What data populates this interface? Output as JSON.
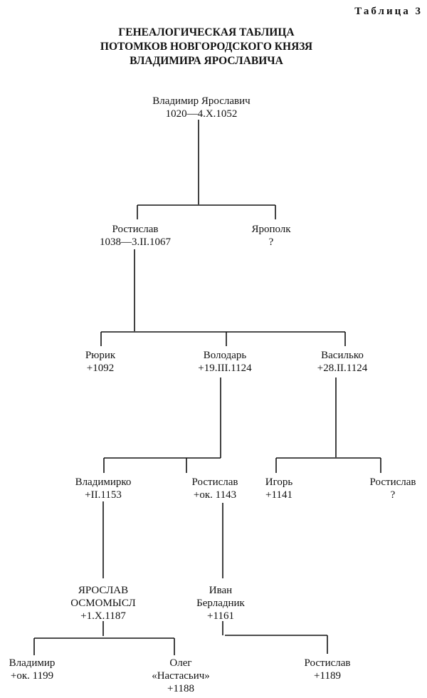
{
  "table_label": "Таблица 3",
  "title": [
    "ГЕНЕАЛОГИЧЕСКАЯ ТАБЛИЦА",
    "ПОТОМКОВ НОВГОРОДСКОГО КНЯЗЯ",
    "ВЛАДИМИРА ЯРОСЛАВИЧА"
  ],
  "persons": [
    {
      "lines": [
        "Владимир Ярославич",
        "1020—4.X.1052"
      ]
    },
    {
      "lines": [
        "Ростислав",
        "1038—3.II.1067"
      ]
    },
    {
      "lines": [
        "Ярополк",
        "?"
      ]
    },
    {
      "lines": [
        "Рюрик",
        "+1092"
      ]
    },
    {
      "lines": [
        "Володарь",
        "+19.III.1124"
      ]
    },
    {
      "lines": [
        "Василько",
        "+28.II.1124"
      ]
    },
    {
      "lines": [
        "Владимирко",
        "+II.1153"
      ]
    },
    {
      "lines": [
        "Ростислав",
        "+ок. 1143"
      ]
    },
    {
      "lines": [
        "Игорь",
        "+1141"
      ]
    },
    {
      "lines": [
        "Ростислав",
        "?"
      ]
    },
    {
      "lines": [
        "ЯРОСЛАВ",
        "ОСМОМЫСЛ",
        "+1.X.1187"
      ]
    },
    {
      "lines": [
        "Иван",
        "Берладник",
        "+1161"
      ]
    },
    {
      "lines": [
        "Владимир",
        "+ок. 1199"
      ]
    },
    {
      "lines": [
        "Олег",
        "«Настасьич»",
        "+1188"
      ]
    },
    {
      "lines": [
        "Ростислав",
        "+1189"
      ]
    }
  ]
}
